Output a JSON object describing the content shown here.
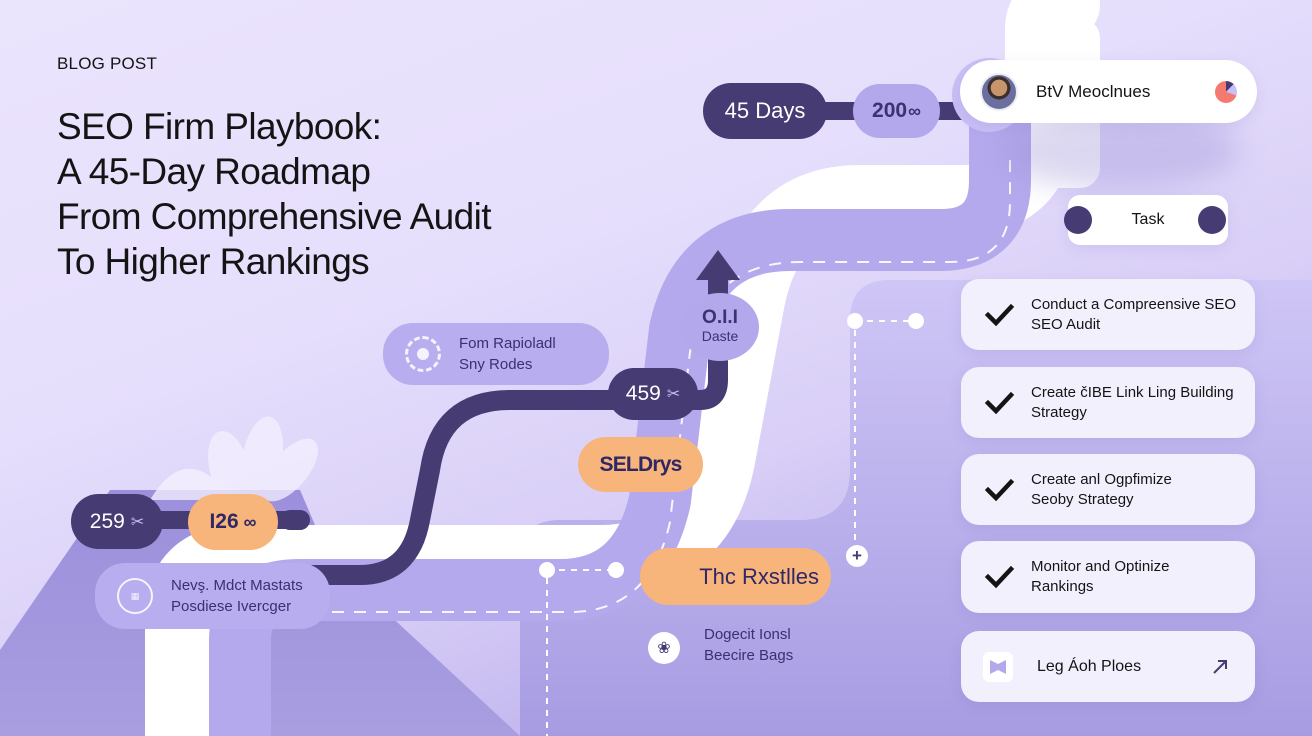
{
  "header": {
    "kicker": "BLOG POST",
    "title_lines": [
      "SEO Firm Playbook:",
      "A 45-Day Roadmap",
      "From Comprehensive Audit",
      "To Higher Rankings"
    ]
  },
  "roadmap": {
    "top_badges": {
      "days": "45 Days",
      "count": "200",
      "count_icon": "link-icon"
    },
    "profile_card": {
      "name": "BtV Meoclnues",
      "avatar_icon": "person-avatar",
      "status_icon": "pie-status-icon"
    },
    "task_chip": {
      "label": "Task"
    },
    "milestone_circle": {
      "line1": "O.I.I",
      "line2": "Daste"
    },
    "milestone_badge": {
      "value": "459",
      "icon": "scissors-icon"
    },
    "info_pill_top": {
      "line1": "Fom Rapioladl",
      "line2": "Sny Rodes",
      "icon": "loading-ring-icon"
    },
    "seo_days": {
      "label": "SELDrys"
    },
    "left_badges": {
      "percent": "259",
      "percent_icon": "scissors-icon",
      "count": "I26",
      "count_icon": "infinity-icon"
    },
    "info_pill_bottom": {
      "line1": "Nevş. Mdct Mastats",
      "line2": "Posdiese Ivercger",
      "icon": "badge-ring-icon"
    },
    "results_pill": {
      "label": "Thc Rxstlles"
    },
    "tip": {
      "line1": "Dogecit Ionsl",
      "line2": "Beecire Bags",
      "icon": "leaf-icon"
    },
    "plus_label": "+"
  },
  "checklist": [
    {
      "lines": [
        "Conduct a Compreensive SEO",
        "SEO Audit"
      ],
      "icon": "check-icon"
    },
    {
      "lines": [
        "Create čIBE Link Ling Building",
        "Strategy"
      ],
      "icon": "check-icon"
    },
    {
      "lines": [
        "Create anl Ogpfimize",
        "Seoby Strategy"
      ],
      "icon": "check-icon"
    },
    {
      "lines": [
        "Monitor and Optinize",
        "Rankings"
      ],
      "icon": "check-icon"
    }
  ],
  "link_card": {
    "label": "Leg Áoh Ploes",
    "icon": "bookmark-icon",
    "action_icon": "arrow-up-right-icon"
  },
  "colors": {
    "dark": "#463b72",
    "lavender": "#b3a8ec",
    "orange": "#f8b57b",
    "road": "#b4a9ec",
    "card": "#f3f0fd",
    "accent_red": "#f47a6f"
  }
}
